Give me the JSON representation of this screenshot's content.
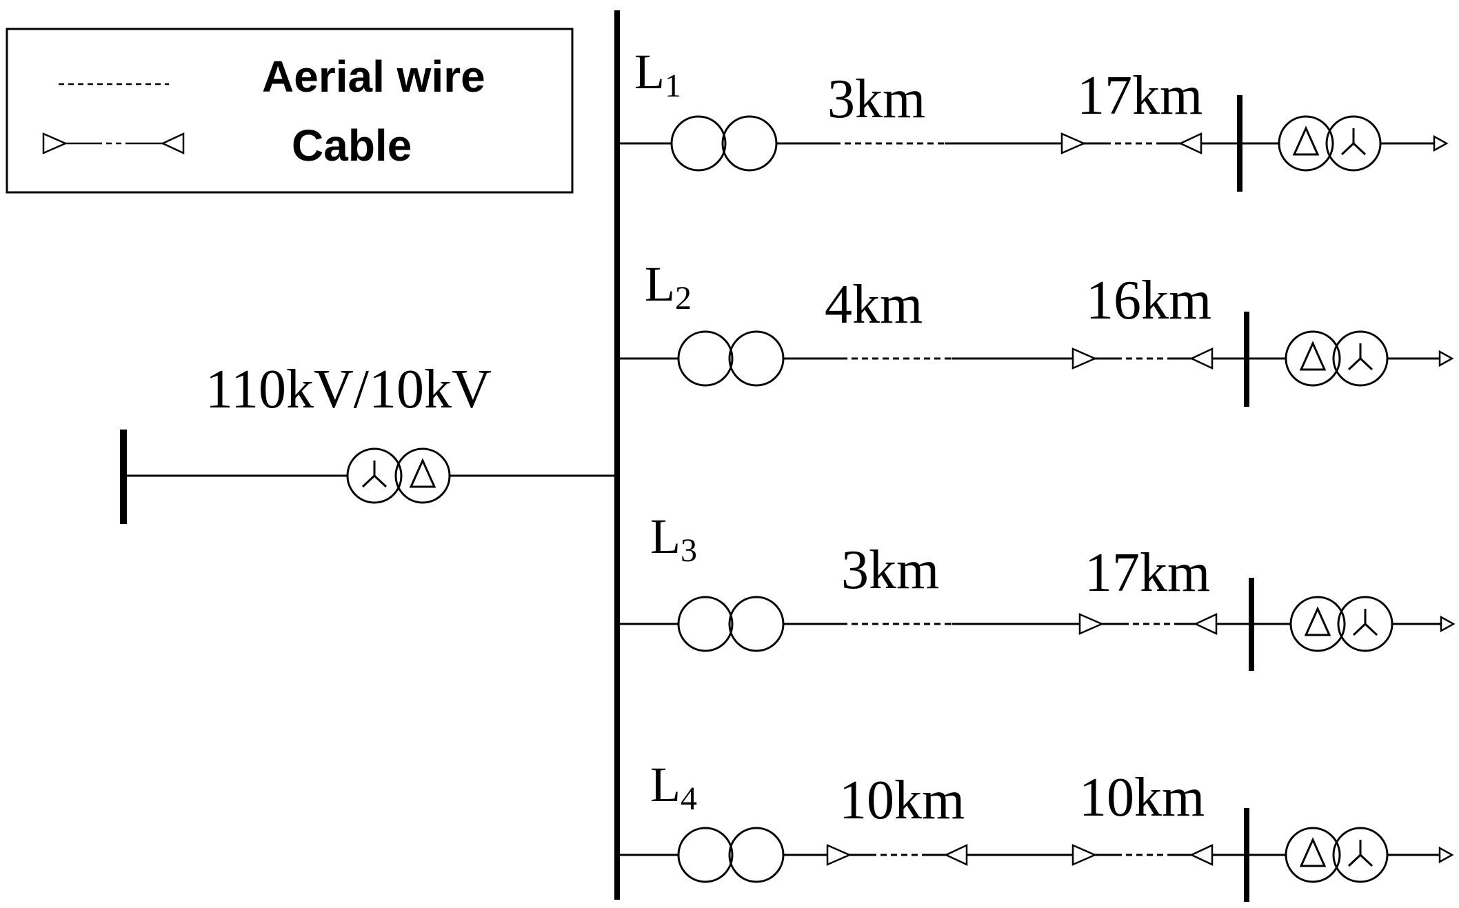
{
  "legend": {
    "aerial_label": "Aerial wire",
    "cable_label": "Cable"
  },
  "source": {
    "transformer_label": "110kV/10kV"
  },
  "feeders": [
    {
      "name": "L",
      "sub": "1",
      "aerial_length": "3km",
      "cable_length": "17km"
    },
    {
      "name": "L",
      "sub": "2",
      "aerial_length": "4km",
      "cable_length": "16km"
    },
    {
      "name": "L",
      "sub": "3",
      "aerial_length": "3km",
      "cable_length": "17km"
    },
    {
      "name": "L",
      "sub": "4",
      "first_cable_length": "10km",
      "cable_length": "10km"
    }
  ],
  "icons": {
    "two_winding_transformer": "two-circle-transformer-icon",
    "delta_wye_transformer": "delta-wye-transformer-icon",
    "load_arrow": "load-arrow-icon",
    "busbar": "busbar-icon",
    "cable_terminal": "cable-terminal-icon"
  }
}
